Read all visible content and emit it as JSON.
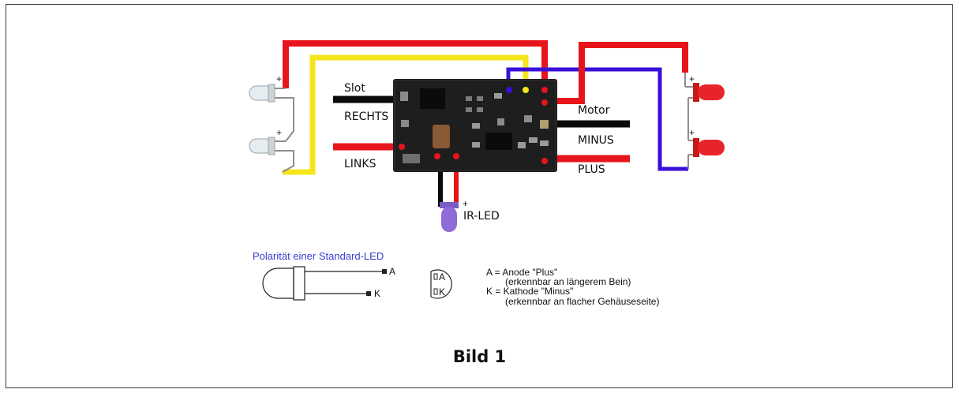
{
  "labels": {
    "slot": "Slot",
    "rechts": "RECHTS",
    "links": "LINKS",
    "motor": "Motor",
    "minus": "MINUS",
    "plus": "PLUS",
    "ir_led": "IR-LED",
    "plus_sign": "+"
  },
  "legend": {
    "title": "Polarität einer Standard-LED",
    "pin_a": "A",
    "pin_k": "K",
    "lines": [
      "A = Anode \"Plus\"",
      "(erkennbar an längerem Bein)",
      "K = Kathode \"Minus\"",
      "(erkennbar an flacher Gehäuseseite)"
    ]
  },
  "caption": "Bild 1",
  "colors": {
    "red_wire": "#e8141b",
    "yellow_wire": "#f5e61c",
    "blue_wire": "#3a10d8",
    "black_wire": "#0a0a0a",
    "pcb": "#1e1e1e",
    "legend_title": "#3b3bd0"
  }
}
